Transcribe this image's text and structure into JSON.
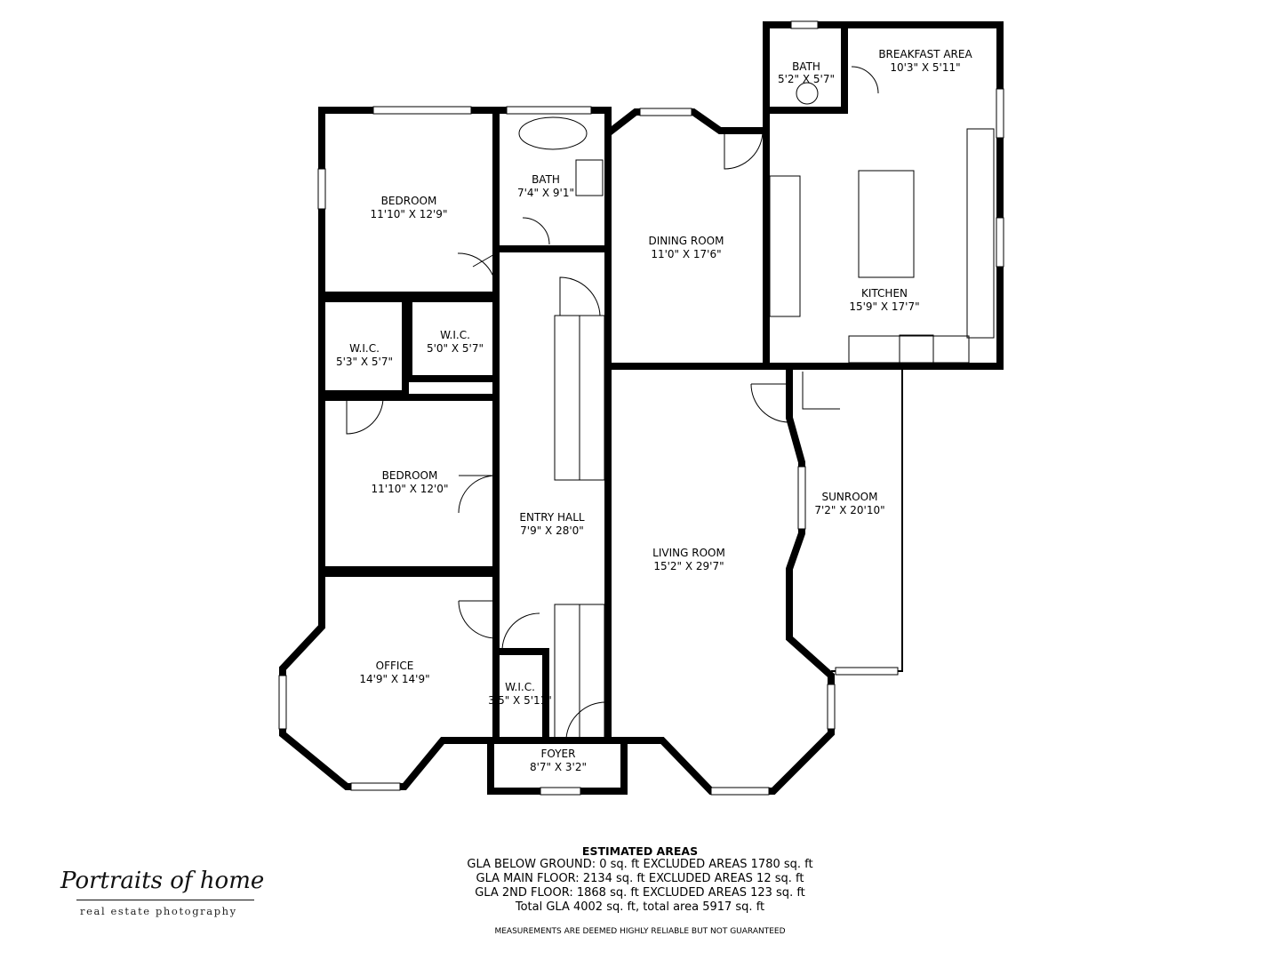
{
  "rooms": {
    "bedroom1": {
      "name": "BEDROOM",
      "size": "11'10\" X 12'9\""
    },
    "bath1": {
      "name": "BATH",
      "size": "7'4\" X 9'1\""
    },
    "wic1": {
      "name": "W.I.C.",
      "size": "5'3\" X 5'7\""
    },
    "wic2": {
      "name": "W.I.C.",
      "size": "5'0\" X 5'7\""
    },
    "bedroom2": {
      "name": "BEDROOM",
      "size": "11'10\" X 12'0\""
    },
    "office": {
      "name": "OFFICE",
      "size": "14'9\" X 14'9\""
    },
    "entry": {
      "name": "ENTRY HALL",
      "size": "7'9\" X 28'0\""
    },
    "wic3": {
      "name": "W.I.C.",
      "size": "3'5\" X 5'11\""
    },
    "foyer": {
      "name": "FOYER",
      "size": "8'7\" X 3'2\""
    },
    "dining": {
      "name": "DINING ROOM",
      "size": "11'0\" X 17'6\""
    },
    "living": {
      "name": "LIVING ROOM",
      "size": "15'2\" X 29'7\""
    },
    "kitchen": {
      "name": "KITCHEN",
      "size": "15'9\" X 17'7\""
    },
    "bath2": {
      "name": "BATH",
      "size": "5'2\" X 5'7\""
    },
    "breakfast": {
      "name": "BREAKFAST AREA",
      "size": "10'3\" X 5'11\""
    },
    "sunroom": {
      "name": "SUNROOM",
      "size": "7'2\" X 20'10\""
    }
  },
  "areas": {
    "title": "ESTIMATED AREAS",
    "lines": [
      "GLA BELOW GROUND: 0 sq. ft EXCLUDED AREAS 1780 sq. ft",
      "GLA MAIN FLOOR: 2134 sq. ft EXCLUDED AREAS 12 sq. ft",
      "GLA 2ND FLOOR: 1868 sq. ft EXCLUDED AREAS 123 sq. ft",
      "Total GLA 4002 sq. ft, total area 5917 sq. ft"
    ],
    "disclaimer": "MEASUREMENTS ARE DEEMED HIGHLY RELIABLE BUT NOT GUARANTEED"
  },
  "logo": {
    "script": "Portraits of home",
    "tagline": "real estate photography"
  }
}
